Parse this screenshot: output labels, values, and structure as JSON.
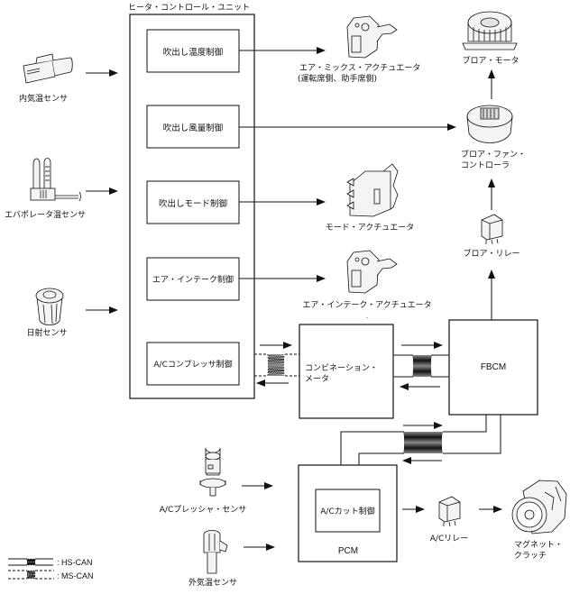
{
  "title": "ヒータ・コントロール・ユニット",
  "heater_control_unit": {
    "label": "ヒータ・コントロール・ユニット",
    "functions": [
      {
        "id": "temp",
        "label": "吹出し温度制御"
      },
      {
        "id": "airflow",
        "label": "吹出し風量制御"
      },
      {
        "id": "mode",
        "label": "吹出しモード制御"
      },
      {
        "id": "intake",
        "label": "エア・インテーク制御"
      },
      {
        "id": "ac",
        "label": "A/Cコンプレッサ制御"
      }
    ]
  },
  "inputs": [
    {
      "id": "cabin-temp-sensor",
      "label": "内気温センサ"
    },
    {
      "id": "evaporator-temp-sensor",
      "label": "エバポレータ温センサ"
    },
    {
      "id": "solar-sensor",
      "label": "日射センサ"
    },
    {
      "id": "ac-pressure-sensor",
      "label": "A/Cプレッシャ・センサ"
    },
    {
      "id": "ambient-temp-sensor",
      "label": "外気温センサ"
    }
  ],
  "outputs": {
    "air_mix_actuator": {
      "line1": "エア・ミックス・アクチュエータ",
      "line2": "(運転席側、助手席側)"
    },
    "mode_actuator": {
      "label": "モード・アクチュエータ"
    },
    "intake_actuator": {
      "label": "エア・インテーク・アクチュエータ",
      "note": "."
    },
    "blower_motor": {
      "label": "ブロア・モータ"
    },
    "blower_fan_controller": {
      "line1": "ブロア・ファン・",
      "line2": "コントローラ"
    },
    "blower_relay": {
      "label": "ブロア・リレー"
    },
    "ac_relay": {
      "label": "A/Cリレー"
    },
    "magnetic_clutch": {
      "line1": "マグネット・",
      "line2": "クラッチ"
    }
  },
  "modules": {
    "combination_meter": {
      "line1": "コンビネーション・",
      "line2": "メータ"
    },
    "fbcm": {
      "label": "FBCM"
    },
    "pcm": {
      "label": "PCM",
      "inner": "A/Cカット制御"
    }
  },
  "legend": {
    "hs_can": ": HS-CAN",
    "ms_can": ": MS-CAN"
  },
  "colors": {
    "line": "#111111",
    "component_fill": "#f4f4f4",
    "component_shade": "#d9d9d9"
  }
}
